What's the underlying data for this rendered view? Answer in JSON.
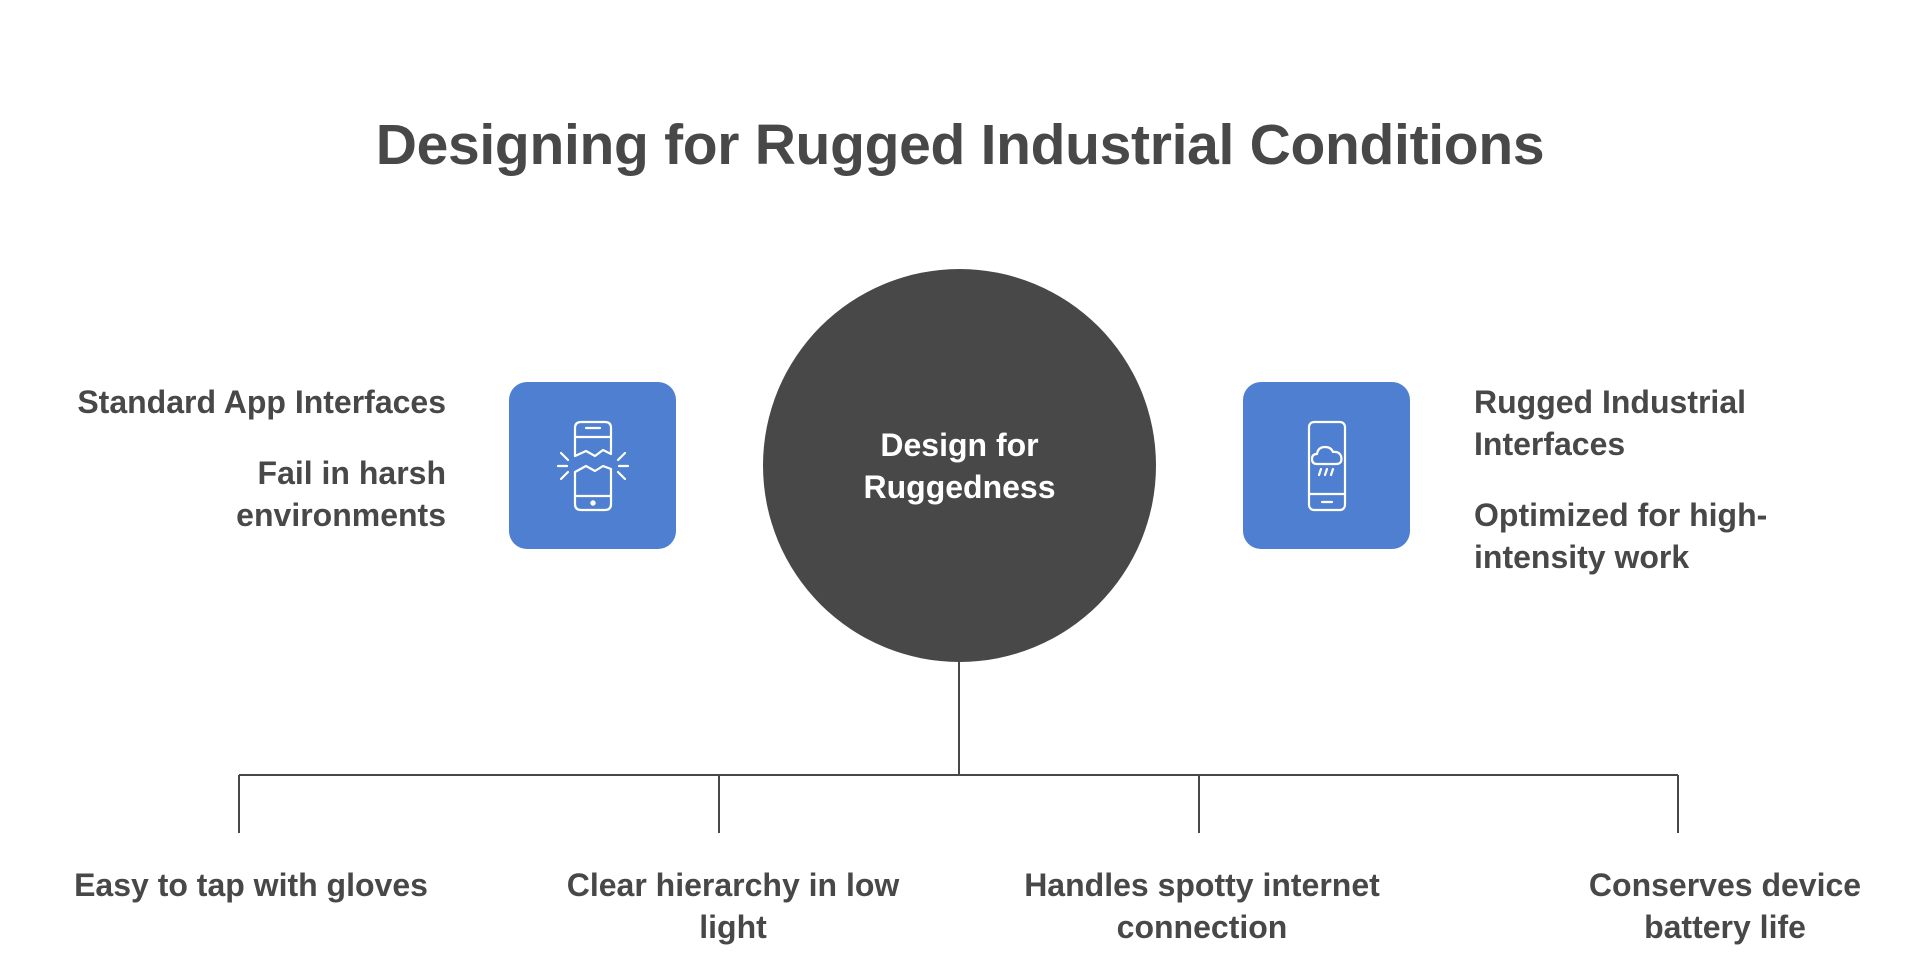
{
  "title": "Designing for Rugged Industrial Conditions",
  "hub": {
    "label": "Design for Ruggedness"
  },
  "left": {
    "heading": "Standard App Interfaces",
    "description": "Fail in harsh environments",
    "icon": "broken-phone-icon"
  },
  "right": {
    "heading": "Rugged Industrial Interfaces",
    "description": "Optimized for high-intensity work",
    "icon": "phone-rain-cloud-icon"
  },
  "features": [
    {
      "label": "Easy to tap with gloves"
    },
    {
      "label": "Clear hierarchy in low light"
    },
    {
      "label": "Handles spotty internet connection"
    },
    {
      "label": "Conserves device battery life"
    }
  ],
  "colors": {
    "hub": "#484848",
    "accent": "#4f7fd0",
    "text": "#484848",
    "line": "#484848"
  }
}
